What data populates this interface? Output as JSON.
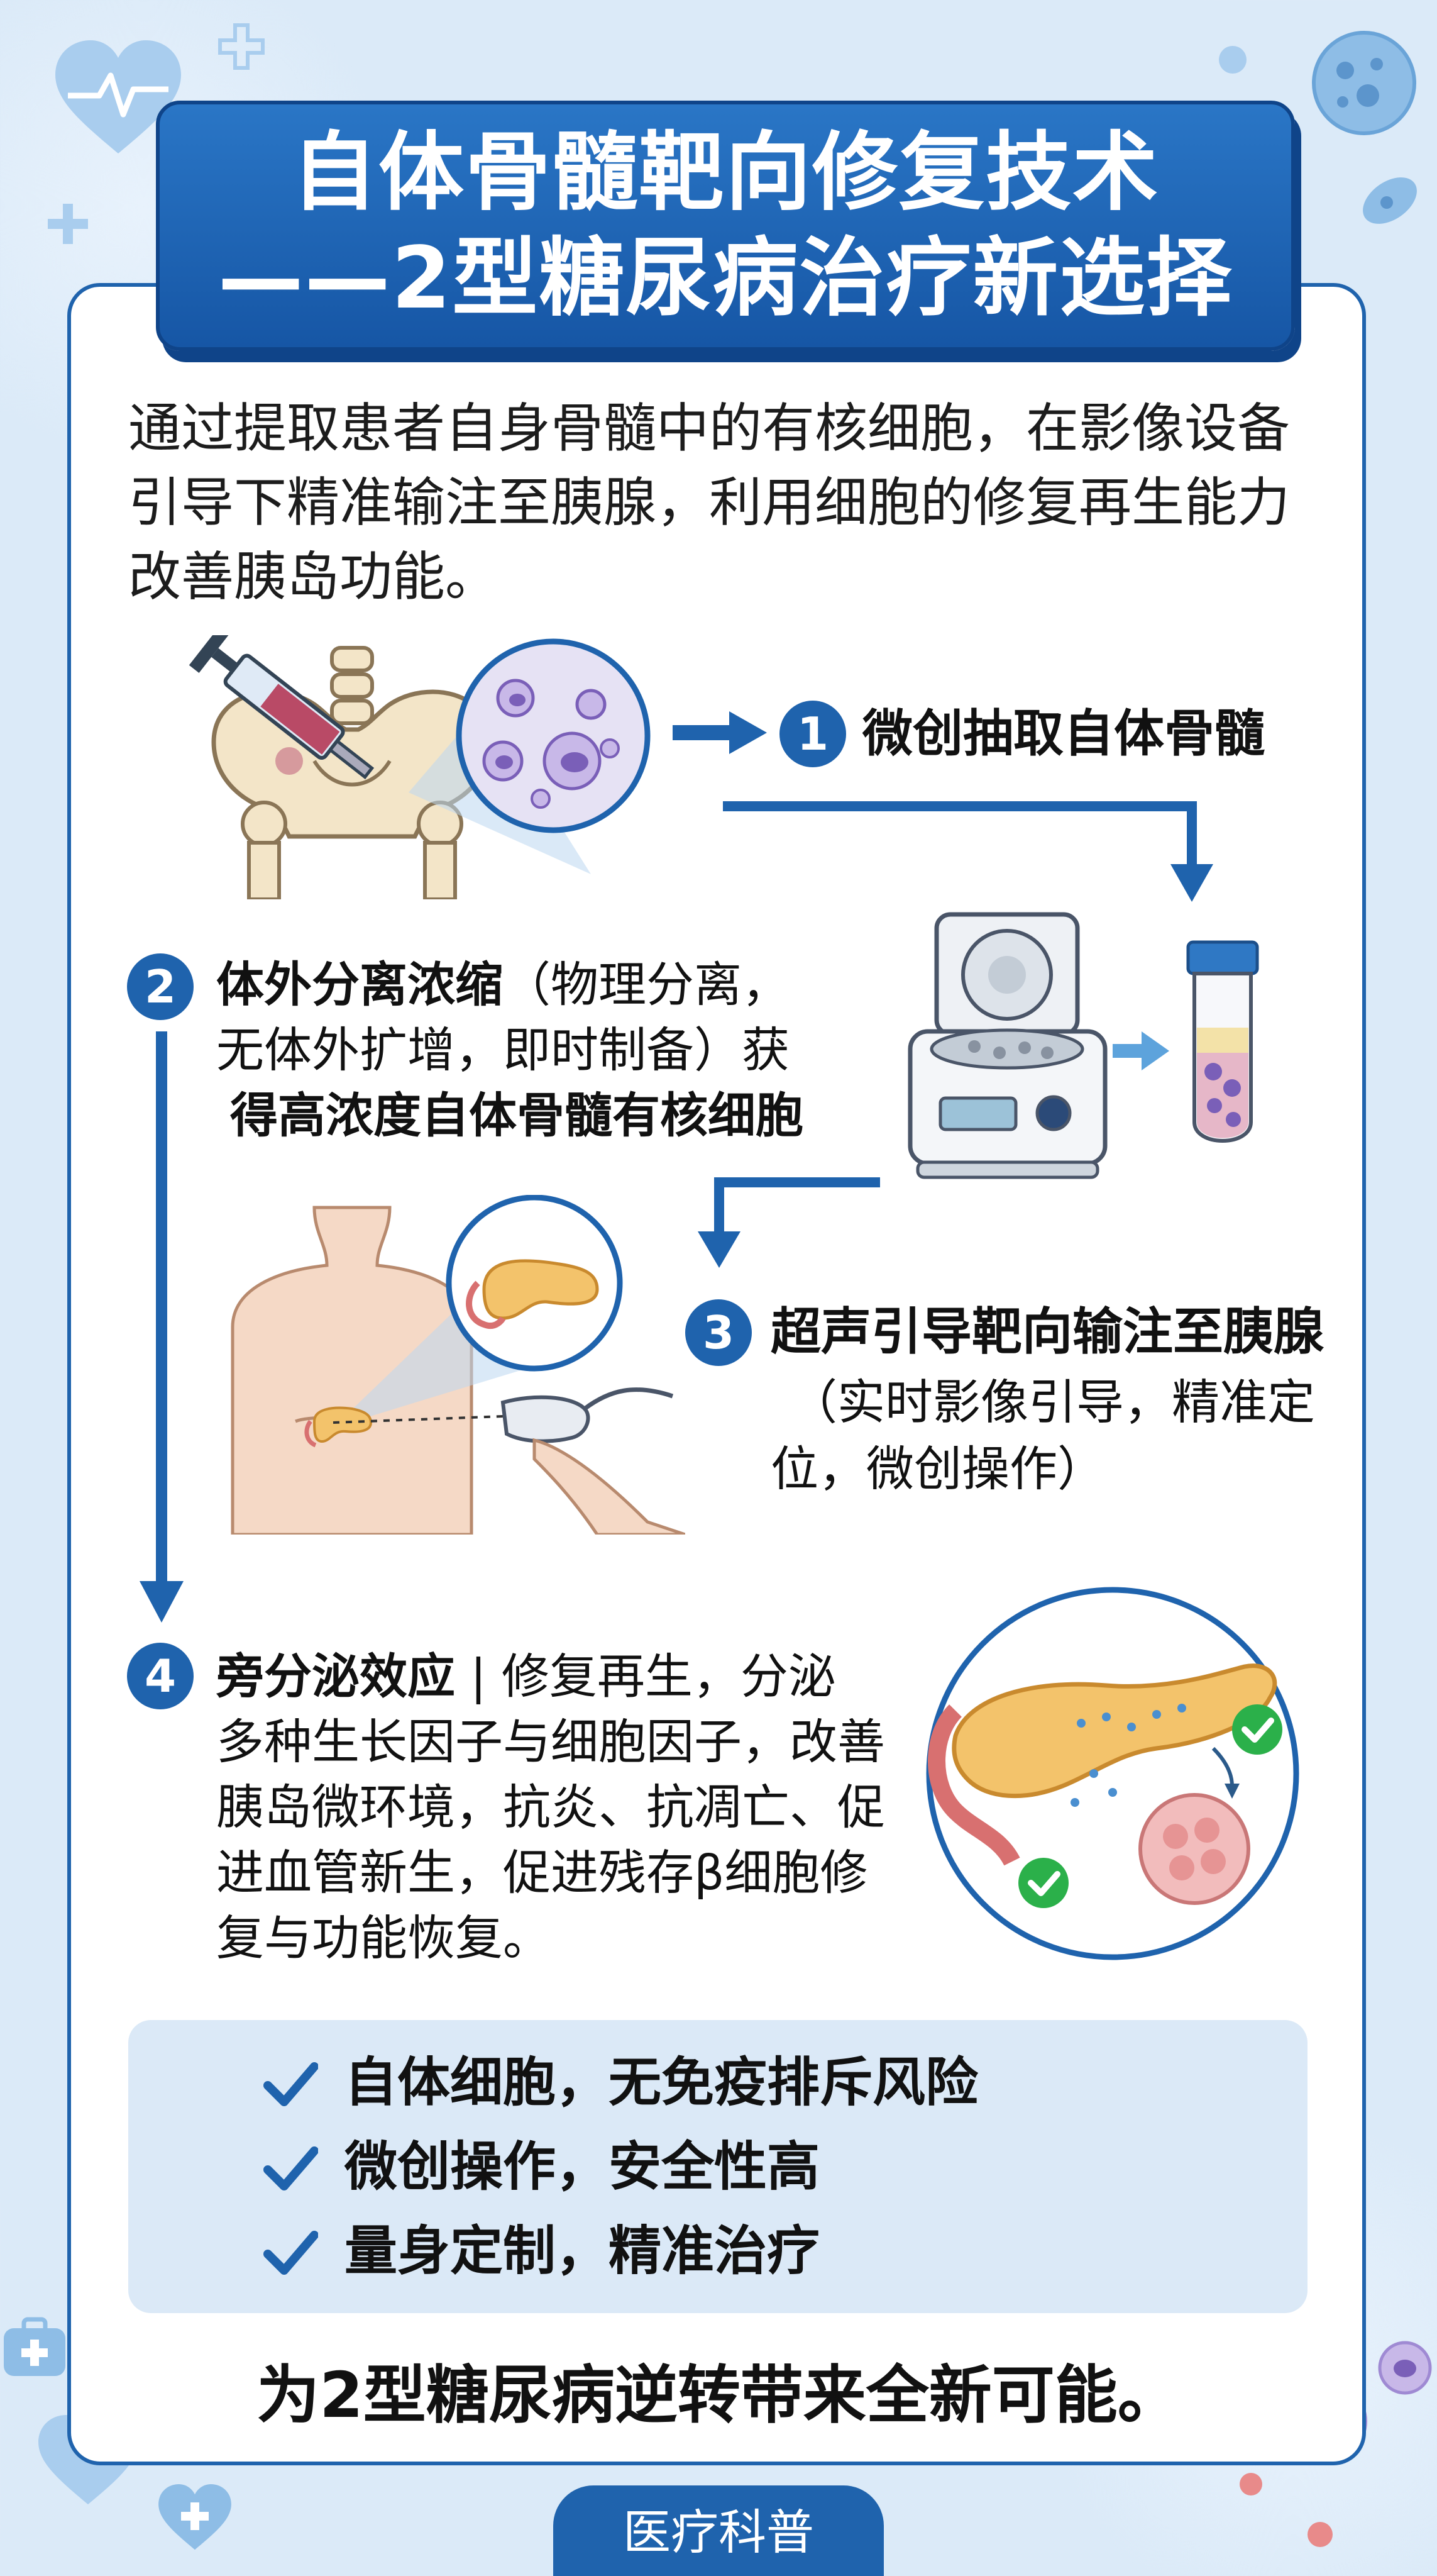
{
  "header": {
    "title_line1": "自体骨髓靶向修复技术",
    "title_line2": "——2型糖尿病治疗新选择"
  },
  "intro": "通过提取患者自身骨髓中的有核细胞，在影像设备引导下精准输注至胰腺，利用细胞的修复再生能力改善胰岛功能。",
  "steps": [
    {
      "number": "1",
      "title": "微创抽取自体骨髓"
    },
    {
      "number": "2",
      "title": "体外分离浓缩",
      "line1_rest": "（物理分离，",
      "line2": "无体外扩增，即时制备）获",
      "line3": "得高浓度自体骨髓有核细胞"
    },
    {
      "number": "3",
      "title": "超声引导靶向输注至胰腺",
      "line2": "（实时影像引导，精准定",
      "line3": "位，微创操作）"
    },
    {
      "number": "4",
      "title": "旁分泌效应",
      "line1_rest": " | 修复再生，分泌",
      "line2": "多种生长因子与细胞因子，改善",
      "line3": "胰岛微环境，抗炎、抗凋亡、促",
      "line4": "进血管新生，促进残存β细胞修",
      "line5": "复与功能恢复。"
    }
  ],
  "benefits": [
    "自体细胞，无免疫排斥风险",
    "微创操作，安全性高",
    "量身定制，精准治疗"
  ],
  "closing": "为2型糖尿病逆转带来全新可能。",
  "footer_tag": "医疗科普",
  "colors": {
    "primary": "#1f63ad",
    "banner": "#1656a5",
    "background": "#dbeaf8",
    "benefit_box": "#dbe9f7",
    "check_green": "#2bb04a"
  }
}
